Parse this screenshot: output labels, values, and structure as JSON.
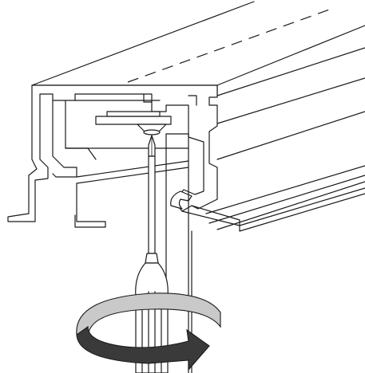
{
  "figure": {
    "kind": "installation-illustration",
    "parts": [
      "track-profile",
      "mounting-clip",
      "screwdriver",
      "rotation-arrow"
    ],
    "rotation_direction": "clockwise",
    "colors": {
      "line": "#1a1a1a",
      "background": "#ffffff",
      "arrow_light": "#c9c9c9",
      "arrow_dark": "#3a3a3a"
    }
  }
}
